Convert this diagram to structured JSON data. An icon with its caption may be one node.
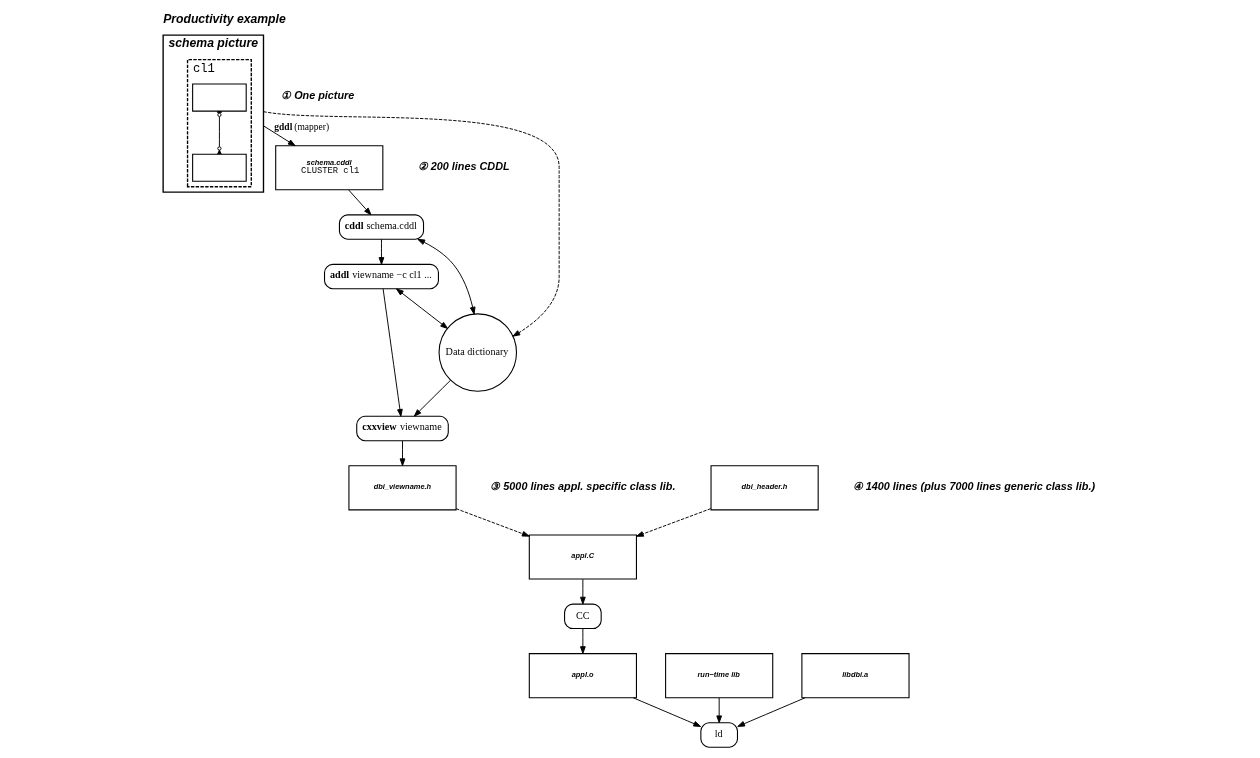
{
  "diagram": {
    "title": "Productivity example",
    "nodes": [
      {
        "text": [
          "schema picture"
        ],
        "beside": [
          "① One picture"
        ]
      },
      {
        "text": [
          "cl1"
        ],
        "in": 0
      },
      {
        "text": [],
        "shape": "box",
        "in": 1
      },
      {
        "text": [],
        "shape": "box",
        "in": 1
      },
      {
        "text": [
          "schema.cddl",
          "CLUSTER cl1"
        ],
        "beside": [
          "② 200 lines CDDL"
        ]
      },
      {
        "text": [
          "**cddl** schema.cddl"
        ]
      },
      {
        "text": [
          "**addl** viewname −c cl1 ..."
        ]
      },
      {
        "text": [
          "**cxxview** viewname"
        ]
      },
      {
        "text": [
          "dbi_viewname.h"
        ],
        "beside": [
          "③ 5000 lines appl. specific class lib."
        ]
      },
      {
        "text": [
          "Data dictionary"
        ]
      },
      {
        "text": [
          "dbi_header.h"
        ],
        "beside": [
          "④ 1400 lines (plus 7000 lines generic class lib.)"
        ]
      },
      {
        "text": [
          "appl.C"
        ]
      },
      {
        "text": [
          "CC"
        ]
      },
      {
        "text": [
          "appl.o"
        ]
      },
      {
        "text": [
          "run−time lib"
        ]
      },
      {
        "text": [
          "libdbi.a"
        ]
      },
      {
        "text": [
          "ld"
        ]
      }
    ],
    "edges": [
      {
        "from": 2,
        "to": 3,
        "arrow": "other"
      },
      {
        "from": 0,
        "to": 4,
        "arrow": "to",
        "label": "**gddl** (mapper)"
      },
      {
        "from": 0,
        "to": 9,
        "arrow": "to",
        "style": "dashed"
      },
      {
        "from": 4,
        "to": 5,
        "arrow": "to"
      },
      {
        "from": 5,
        "to": 9,
        "arrow": "both"
      },
      {
        "from": 5,
        "to": 6,
        "arrow": "to"
      },
      {
        "from": 6,
        "to": 9,
        "arrow": "both"
      },
      {
        "from": 6,
        "to": 7,
        "arrow": "to"
      },
      {
        "from": 9,
        "to": 7,
        "arrow": "to"
      },
      {
        "from": 7,
        "to": 8,
        "arrow": "to"
      },
      {
        "from": 8,
        "to": 11,
        "arrow": "to",
        "style": "dashed"
      },
      {
        "from": 10,
        "to": 11,
        "arrow": "to",
        "style": "dashed"
      },
      {
        "from": 11,
        "to": 12,
        "arrow": "to"
      },
      {
        "from": 12,
        "to": 13,
        "arrow": "to"
      },
      {
        "from": 15,
        "to": 16,
        "arrow": "to"
      },
      {
        "from": 14,
        "to": 16,
        "arrow": "to"
      },
      {
        "from": 13,
        "to": 16,
        "arrow": "to"
      }
    ]
  }
}
